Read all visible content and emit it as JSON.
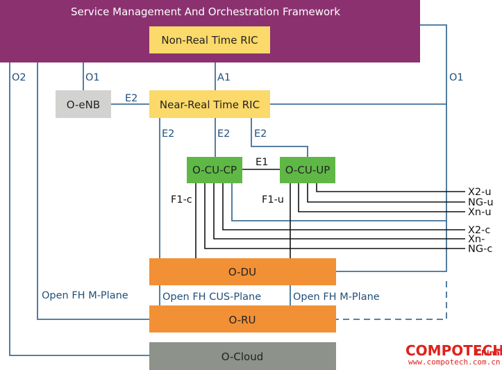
{
  "framework": {
    "title": "Service Management And Orchestration Framework"
  },
  "nodes": {
    "non_rt_ric": "Non-Real Time RIC",
    "near_rt_ric": "Near-Real Time RIC",
    "o_enb": "O-eNB",
    "o_cu_cp": "O-CU-CP",
    "o_cu_up": "O-CU-UP",
    "o_du": "O-DU",
    "o_ru": "O-RU",
    "o_cloud": "O-Cloud"
  },
  "interfaces": {
    "o2": "O2",
    "o1_left": "O1",
    "a1": "A1",
    "o1_right": "O1",
    "e2_enb": "E2",
    "e2_du": "E2",
    "e2_cp": "E2",
    "e2_up": "E2",
    "e1": "E1",
    "f1c": "F1-c",
    "f1u": "F1-u",
    "open_fh_m_left": "Open FH M-Plane",
    "open_fh_cus": "Open FH CUS-Plane",
    "open_fh_m_right": "Open FH M-Plane"
  },
  "external": {
    "x2u": "X2-u",
    "ngu": "NG-u",
    "xnu": "Xn-u",
    "x2c": "X2-c",
    "xn": "Xn-",
    "ngc": "NG-c"
  },
  "watermark": {
    "brand": "COMPOTECH",
    "suffix": "China",
    "url": "www.compotech.com.cn"
  },
  "colors": {
    "smo": "#8b3170",
    "ric": "#fbd96a",
    "enb": "#d2d2d0",
    "cu": "#5fb846",
    "du": "#f29036",
    "cloud": "#8d928a",
    "line_blue": "#3f6f96",
    "line_black": "#111111",
    "label_blue": "#1f4e7a"
  }
}
